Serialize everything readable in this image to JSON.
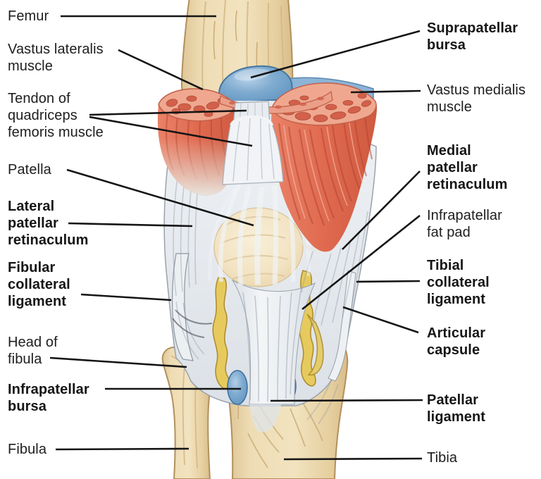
{
  "figure": {
    "description": "Anterior view of the knee joint with labeled anatomical structures",
    "labels": {
      "left": [
        {
          "name": "femur",
          "text": "Femur",
          "style": "regular"
        },
        {
          "name": "vastus-lateralis-muscle",
          "text": "Vastus lateralis\nmuscle",
          "style": "regular"
        },
        {
          "name": "tendon-of-quadriceps-femoris-muscle",
          "text": "Tendon of\nquadriceps\nfemoris muscle",
          "style": "regular"
        },
        {
          "name": "patella",
          "text": "Patella",
          "style": "regular"
        },
        {
          "name": "lateral-patellar-retinaculum",
          "text": "Lateral\npatellar\nretinaculum",
          "style": "bold"
        },
        {
          "name": "fibular-collateral-ligament",
          "text": "Fibular\ncollateral\nligament",
          "style": "bold"
        },
        {
          "name": "head-of-fibula",
          "text": "Head of\nfibula",
          "style": "regular"
        },
        {
          "name": "infrapatellar-bursa",
          "text": "Infrapatellar\nbursa",
          "style": "bold"
        },
        {
          "name": "fibula",
          "text": "Fibula",
          "style": "regular"
        }
      ],
      "right": [
        {
          "name": "suprapatellar-bursa",
          "text": "Suprapatellar\nbursa",
          "style": "bold"
        },
        {
          "name": "vastus-medialis-muscle",
          "text": "Vastus medialis\nmuscle",
          "style": "regular"
        },
        {
          "name": "medial-patellar-retinaculum",
          "text": "Medial\npatellar\nretinaculum",
          "style": "bold"
        },
        {
          "name": "infrapatellar-fat-pad",
          "text": "Infrapatellar\nfat pad",
          "style": "regular"
        },
        {
          "name": "tibial-collateral-ligament",
          "text": "Tibial\ncollateral\nligament",
          "style": "bold"
        },
        {
          "name": "articular-capsule",
          "text": "Articular\ncapsule",
          "style": "bold"
        },
        {
          "name": "patellar-ligament",
          "text": "Patellar\nligament",
          "style": "bold"
        },
        {
          "name": "tibia",
          "text": "Tibia",
          "style": "regular"
        }
      ]
    },
    "colors": {
      "background": "#ffffff",
      "bone": "#eedcb4",
      "bone_outline": "#b2905c",
      "muscle_red": "#e06a4f",
      "muscle_cut_pink": "#efa88f",
      "bursa_blue": "#7fabd0",
      "tendon_gray": "#e8ebef",
      "fat_pad_yellow": "#e6ca5d",
      "leader_line": "#151515",
      "label_text": "#1f1d1d"
    }
  }
}
